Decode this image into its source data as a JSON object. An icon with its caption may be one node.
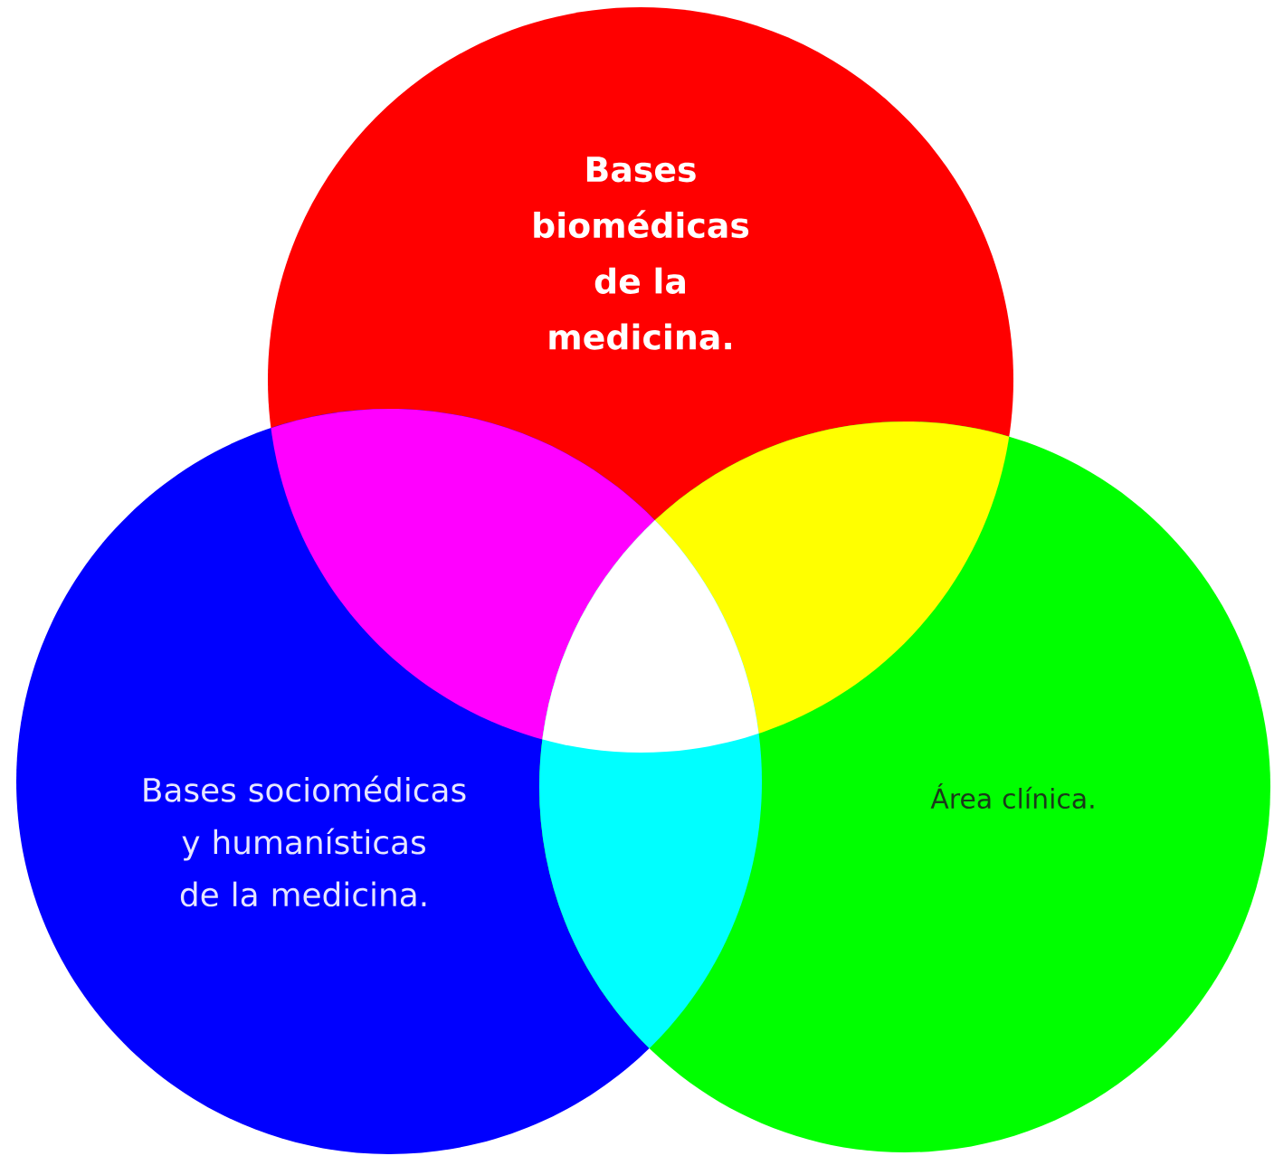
{
  "diagram": {
    "nodes": [
      {
        "text": [
          "Bases biomédicas de la medicina."
        ]
      },
      {
        "text": [
          "Bases sociomédicas y humanísticas de la medicina."
        ]
      },
      {
        "text": [
          "Área clínica."
        ]
      }
    ]
  }
}
